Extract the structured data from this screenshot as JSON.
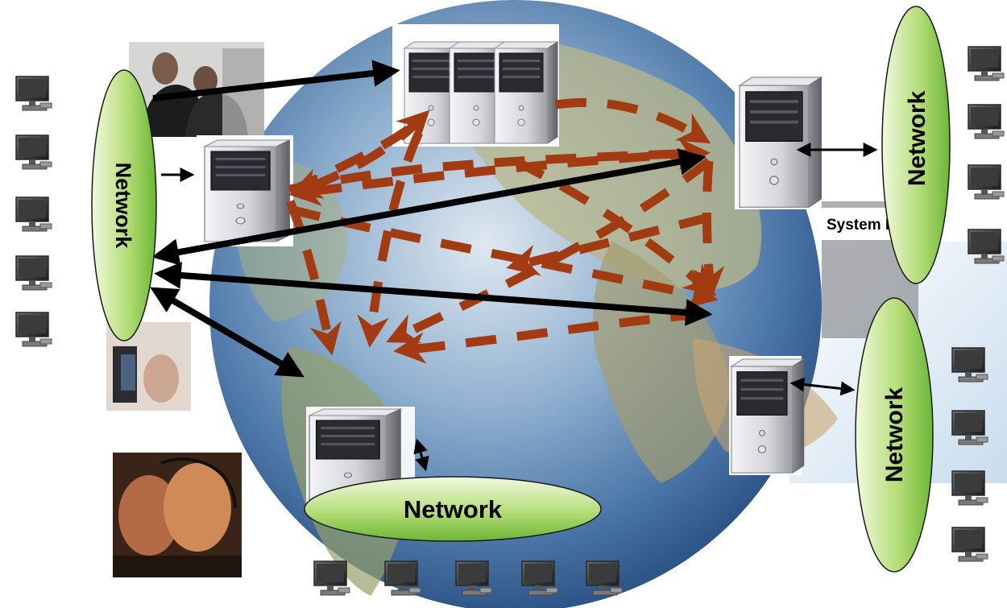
{
  "diagram": {
    "networks": [
      {
        "id": "left",
        "label": "Network"
      },
      {
        "id": "top-right",
        "label": "Network"
      },
      {
        "id": "bottom-right",
        "label": "Network"
      },
      {
        "id": "bottom",
        "label": "Network"
      }
    ],
    "system_label": "System B",
    "colors": {
      "network_fill_light": "#e6f3c4",
      "network_fill_dark": "#7dc540",
      "dashed_arrow": "#a33b12",
      "solid_arrow": "#000000",
      "globe_ocean": "#5b86b8",
      "globe_land": "#9c9a6e"
    },
    "icons": [
      "server-icon",
      "monitor-icon",
      "people-photo",
      "globe"
    ]
  }
}
